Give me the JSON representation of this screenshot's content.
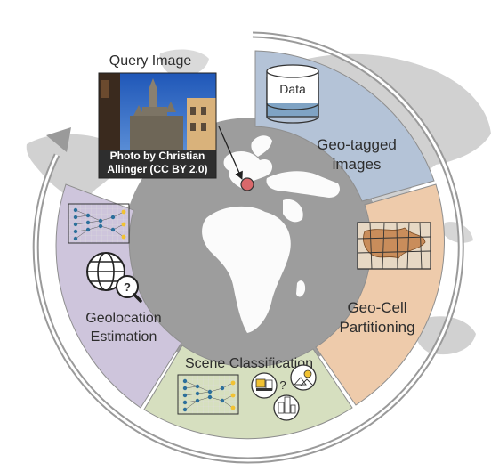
{
  "query": {
    "title": "Query Image",
    "credit_line1": "Photo by Christian",
    "credit_line2": "Allinger (CC BY 2.0)"
  },
  "segments": {
    "data": {
      "db_label": "Data",
      "label_line1": "Geo-tagged",
      "label_line2": "images",
      "color": "#b4c3d7"
    },
    "geocell": {
      "label_line1": "Geo-Cell",
      "label_line2": "Partitioning",
      "color": "#eecbab"
    },
    "scene": {
      "label": "Scene Classification",
      "question_mark": "?",
      "color": "#d6dfbf"
    },
    "geoloc": {
      "label_line1": "Geolocation",
      "label_line2": "Estimation",
      "question_mark": "?",
      "color": "#cec5dc"
    }
  },
  "colors": {
    "world_map": "#cfcfcf",
    "inner_disc": "#9d9d9d",
    "outer_arrow": "#9a9a9a",
    "location_marker": "#d9686b",
    "nn_node_blue": "#2c6f9b",
    "nn_node_yellow": "#f1c232"
  }
}
